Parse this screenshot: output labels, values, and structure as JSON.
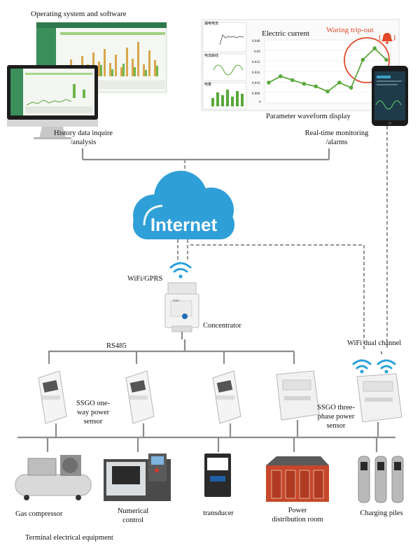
{
  "top": {
    "software_title": "Operating system and software",
    "history_caption_1": "History data inquire",
    "history_caption_2": "/analysis",
    "chart_title": "Electric current",
    "trip_label": "Waring trip-out",
    "waveform_caption": "Parameter waveform display",
    "realtime_caption_1": "Real-time monitoring",
    "realtime_caption_2": "/alarms",
    "mini_panel_labels": [
      "漏电电流",
      "电流曲线",
      "电量"
    ],
    "y_ticks": [
      "0.048",
      "0.04",
      "0.032",
      "0.024",
      "0.016",
      "0.008",
      "0"
    ]
  },
  "network": {
    "cloud_label": "Internet",
    "wifi_gprs": "WiFi/GPRS",
    "concentrator": "Concentrator",
    "rs485": "RS485",
    "wifi_dual": "WiFi dual channel",
    "one_way_1": "SSGO one-",
    "one_way_2": "way power",
    "one_way_3": "sensor",
    "three_phase_1": "SSGO three-",
    "three_phase_2": "phase power",
    "three_phase_3": "sensor",
    "device_brand": "FRET"
  },
  "equipment": {
    "gas_compressor": "Gas compressor",
    "numerical_1": "Numerical",
    "numerical_2": "control",
    "transducer": "transducer",
    "power_room_1": "Power",
    "power_room_2": "distribution room",
    "charging": "Charging piles",
    "footer": "Terminal electrical equipment"
  },
  "colors": {
    "cloud": "#2f9fd8",
    "line": "#8c8c8c",
    "dashed": "#9a9a9a",
    "alarm": "#e24a2a",
    "chart_green": "#5aa83a",
    "wifi": "#2aa0dc"
  },
  "chart_data": {
    "type": "line",
    "title": "Electric current",
    "y_ticks": [
      0.048,
      0.04,
      0.032,
      0.024,
      0.016,
      0.008,
      0
    ],
    "ylim": [
      0,
      0.048
    ],
    "series": [
      {
        "values": [
          0.016,
          0.021,
          0.018,
          0.015,
          0.013,
          0.009,
          0.016,
          0.012,
          0.034,
          0.043,
          0.034
        ]
      }
    ]
  }
}
